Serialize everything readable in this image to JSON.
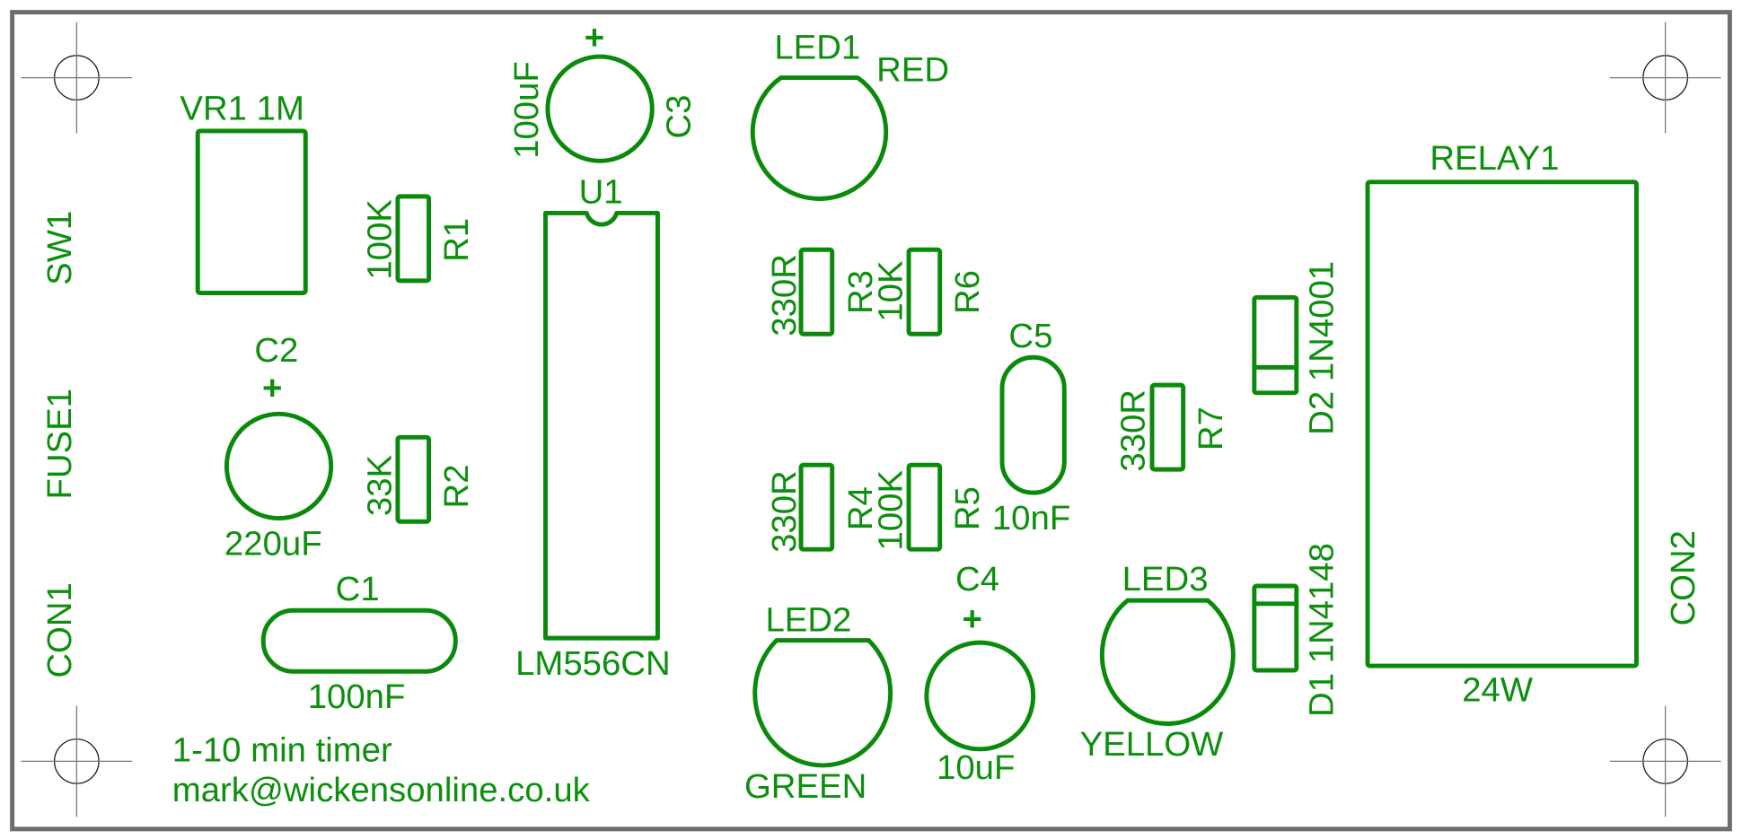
{
  "title": "1-10 min timer PCB silkscreen layout",
  "colors": {
    "silkscreen": "#0a8a0a",
    "board_edge": "#6e6e6e",
    "background": "#ffffff"
  },
  "notes": {
    "line1": "1-10 min timer",
    "line2": "mark@wickensonline.co.uk"
  },
  "connectors": {
    "sw1": "SW1",
    "fuse1": "FUSE1",
    "con1": "CON1",
    "con2": "CON2"
  },
  "components": {
    "vr1": {
      "ref": "VR1 1M"
    },
    "r1": {
      "ref": "R1",
      "value": "100K"
    },
    "r2": {
      "ref": "R2",
      "value": "33K"
    },
    "r3": {
      "ref": "R3",
      "value": "330R"
    },
    "r4": {
      "ref": "R4",
      "value": "330R"
    },
    "r5": {
      "ref": "R5",
      "value": "100K"
    },
    "r6": {
      "ref": "R6",
      "value": "10K"
    },
    "r7": {
      "ref": "R7",
      "value": "330R"
    },
    "c1": {
      "ref": "C1",
      "value": "100nF"
    },
    "c2": {
      "ref": "C2",
      "value": "220uF",
      "polarity": "+"
    },
    "c3": {
      "ref": "C3",
      "value": "100uF",
      "polarity": "+"
    },
    "c4": {
      "ref": "C4",
      "value": "10uF",
      "polarity": "+"
    },
    "c5": {
      "ref": "C5",
      "value": "10nF"
    },
    "u1": {
      "ref": "U1",
      "value": "LM556CN"
    },
    "led1": {
      "ref": "LED1",
      "value": "RED"
    },
    "led2": {
      "ref": "LED2",
      "value": "GREEN"
    },
    "led3": {
      "ref": "LED3",
      "value": "YELLOW"
    },
    "d1": {
      "ref": "D1",
      "value": "1N4148"
    },
    "d2": {
      "ref": "D2",
      "value": "1N4001"
    },
    "relay1": {
      "ref": "RELAY1",
      "value": "24W"
    }
  }
}
